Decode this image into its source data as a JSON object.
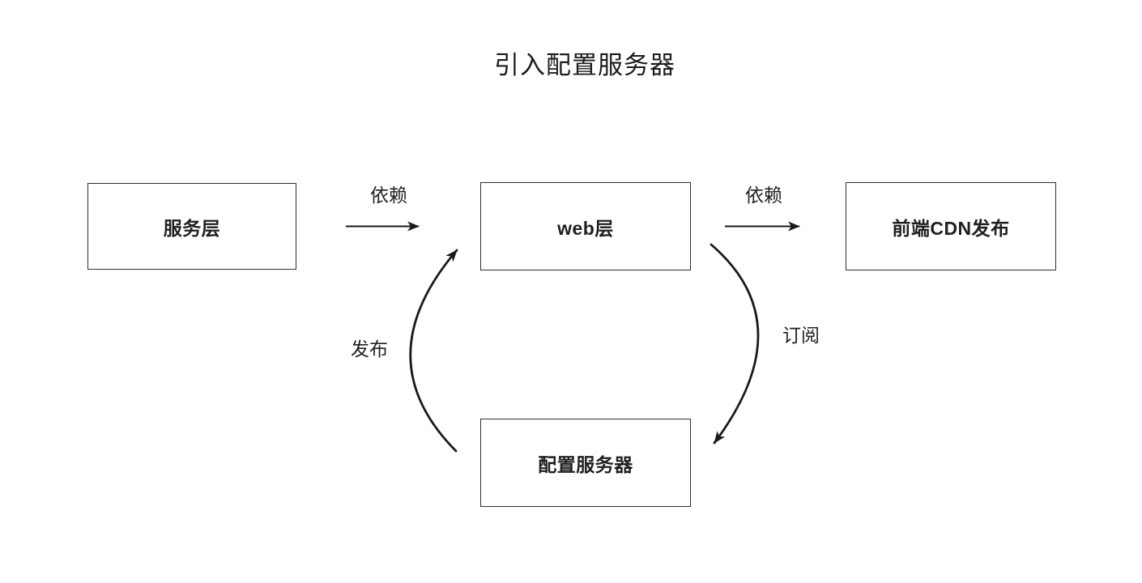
{
  "diagram": {
    "title": "引入配置服务器",
    "colors": {
      "background": "#ffffff",
      "stroke": "#1a1a1a",
      "node_border": "#2e2e2e",
      "text": "#1f1f1f"
    },
    "nodes": [
      {
        "id": "service-layer",
        "label": "服务层"
      },
      {
        "id": "web-layer",
        "label": "web层"
      },
      {
        "id": "frontend-cdn",
        "label": "前端CDN发布"
      },
      {
        "id": "config-server",
        "label": "配置服务器"
      }
    ],
    "edges": [
      {
        "from": "服务层",
        "to": "web层",
        "label": "依赖",
        "style": "straight"
      },
      {
        "from": "web层",
        "to": "前端CDN发布",
        "label": "依赖",
        "style": "straight"
      },
      {
        "from": "配置服务器",
        "to": "web层",
        "label": "发布",
        "style": "curved"
      },
      {
        "from": "web层",
        "to": "配置服务器",
        "label": "订阅",
        "style": "curved"
      }
    ]
  }
}
